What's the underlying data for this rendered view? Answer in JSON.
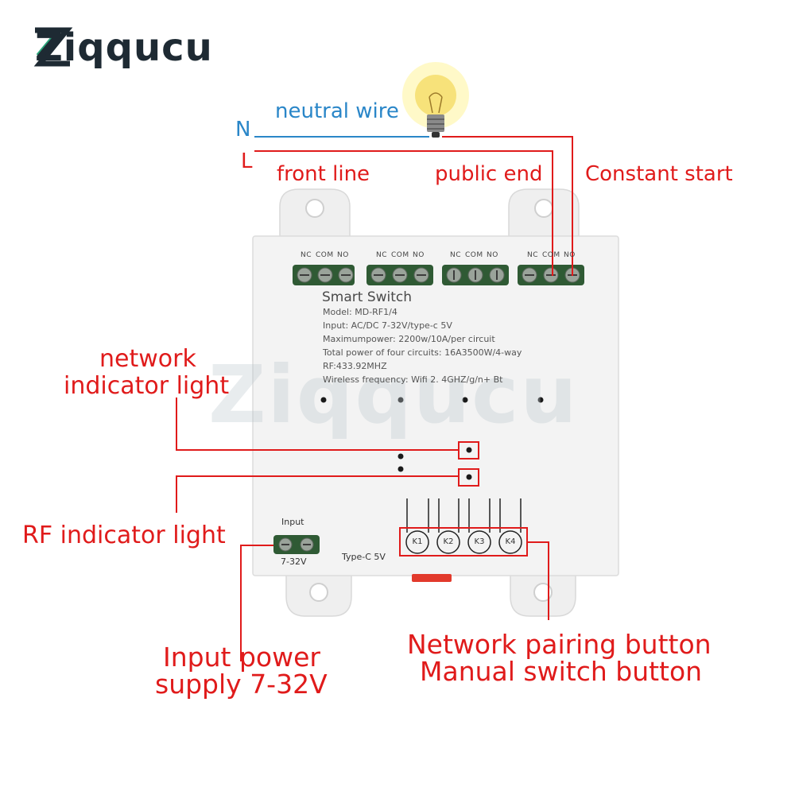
{
  "brand": {
    "logo_text": "Ziqqucu",
    "watermark_text": "Ziqqucu"
  },
  "wiring": {
    "neutral_letter": "N",
    "line_letter": "L",
    "neutral_wire": "neutral wire",
    "front_line": "front line",
    "public_end": "public end",
    "constant_start": "Constant start"
  },
  "device": {
    "terminal_labels": [
      "NC",
      "COM",
      "NO"
    ],
    "title": "Smart Switch",
    "spec_lines": [
      "Model:  MD-RF1/4",
      "Input:  AC/DC 7-32V/type-c 5V",
      "Maximumpower:  2200w/10A/per circuit",
      "Total power of four circuits:  16A3500W/4-way",
      "RF:433.92MHZ",
      "Wireless frequency:  Wifi 2. 4GHZ/g/n+ Bt"
    ],
    "input_label": "Input",
    "input_voltage": "7-32V",
    "typec_label": "Type-C 5V",
    "keys": [
      "K1",
      "K2",
      "K3",
      "K4"
    ]
  },
  "callouts": {
    "network_light_line1": "network",
    "network_light_line2": "indicator light",
    "rf_light": "RF indicator light",
    "power_line1": "Input power",
    "power_line2": "supply 7-32V",
    "button_line1": "Network pairing button",
    "button_line2": "Manual switch button"
  },
  "colors": {
    "red": "#e01b1b",
    "blue": "#2a86c8",
    "device_body": "#f3f3f3",
    "terminal_green": "#2f5a34"
  }
}
